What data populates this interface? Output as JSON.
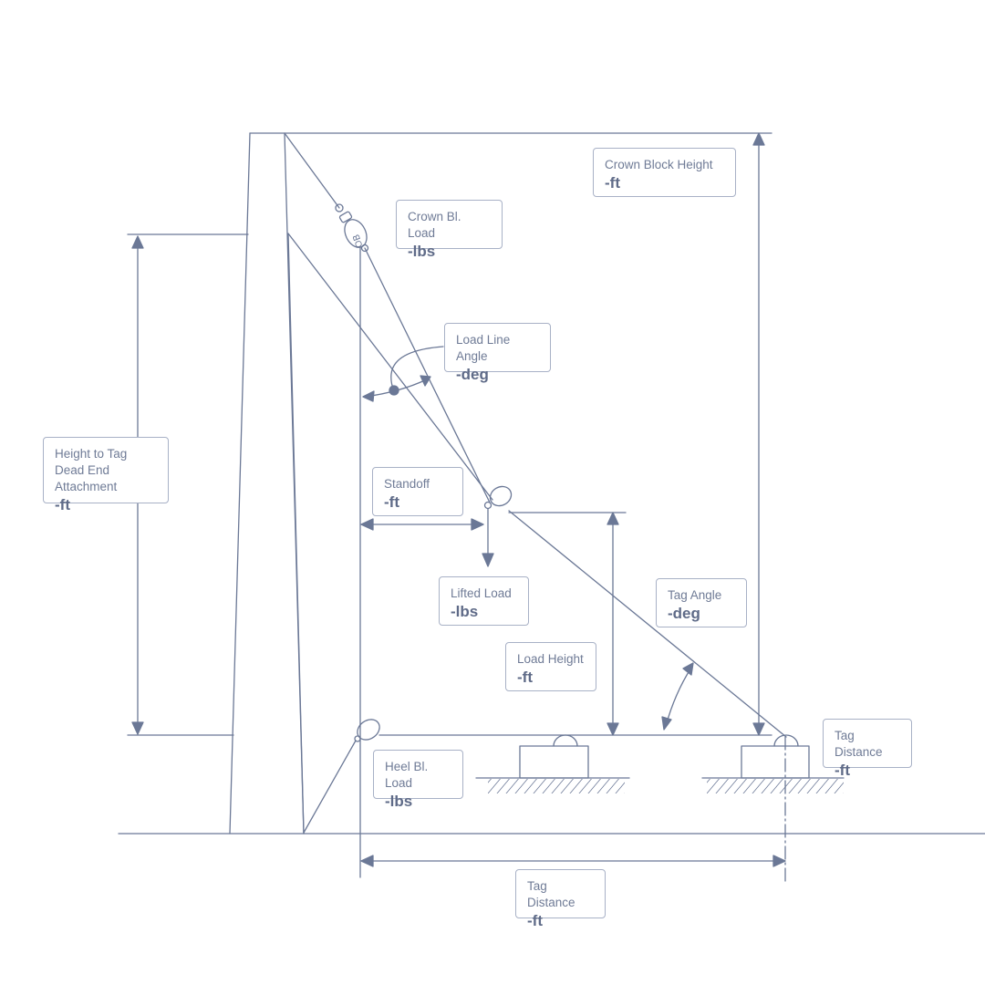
{
  "diagram": {
    "line_color": "#6b7896",
    "labels": {
      "crown_block_height": {
        "title": "Crown Block Height",
        "value": "-ft"
      },
      "crown_block_load": {
        "title": "Crown Bl. Load",
        "value": "-lbs"
      },
      "load_line_angle": {
        "title": "Load Line Angle",
        "value": "-deg"
      },
      "height_to_tag": {
        "title": "Height to Tag Dead End Attachment",
        "value": "-ft"
      },
      "standoff": {
        "title": "Standoff",
        "value": "-ft"
      },
      "lifted_load": {
        "title": "Lifted Load",
        "value": "-lbs"
      },
      "tag_angle": {
        "title": "Tag Angle",
        "value": "-deg"
      },
      "load_height": {
        "title": "Load Height",
        "value": "-ft"
      },
      "tag_distance_right": {
        "title": "Tag Distance",
        "value": "-ft"
      },
      "heel_block_load": {
        "title": "Heel Bl. Load",
        "value": "-lbs"
      },
      "tag_distance_bottom": {
        "title": "Tag Distance",
        "value": "-ft"
      }
    }
  }
}
